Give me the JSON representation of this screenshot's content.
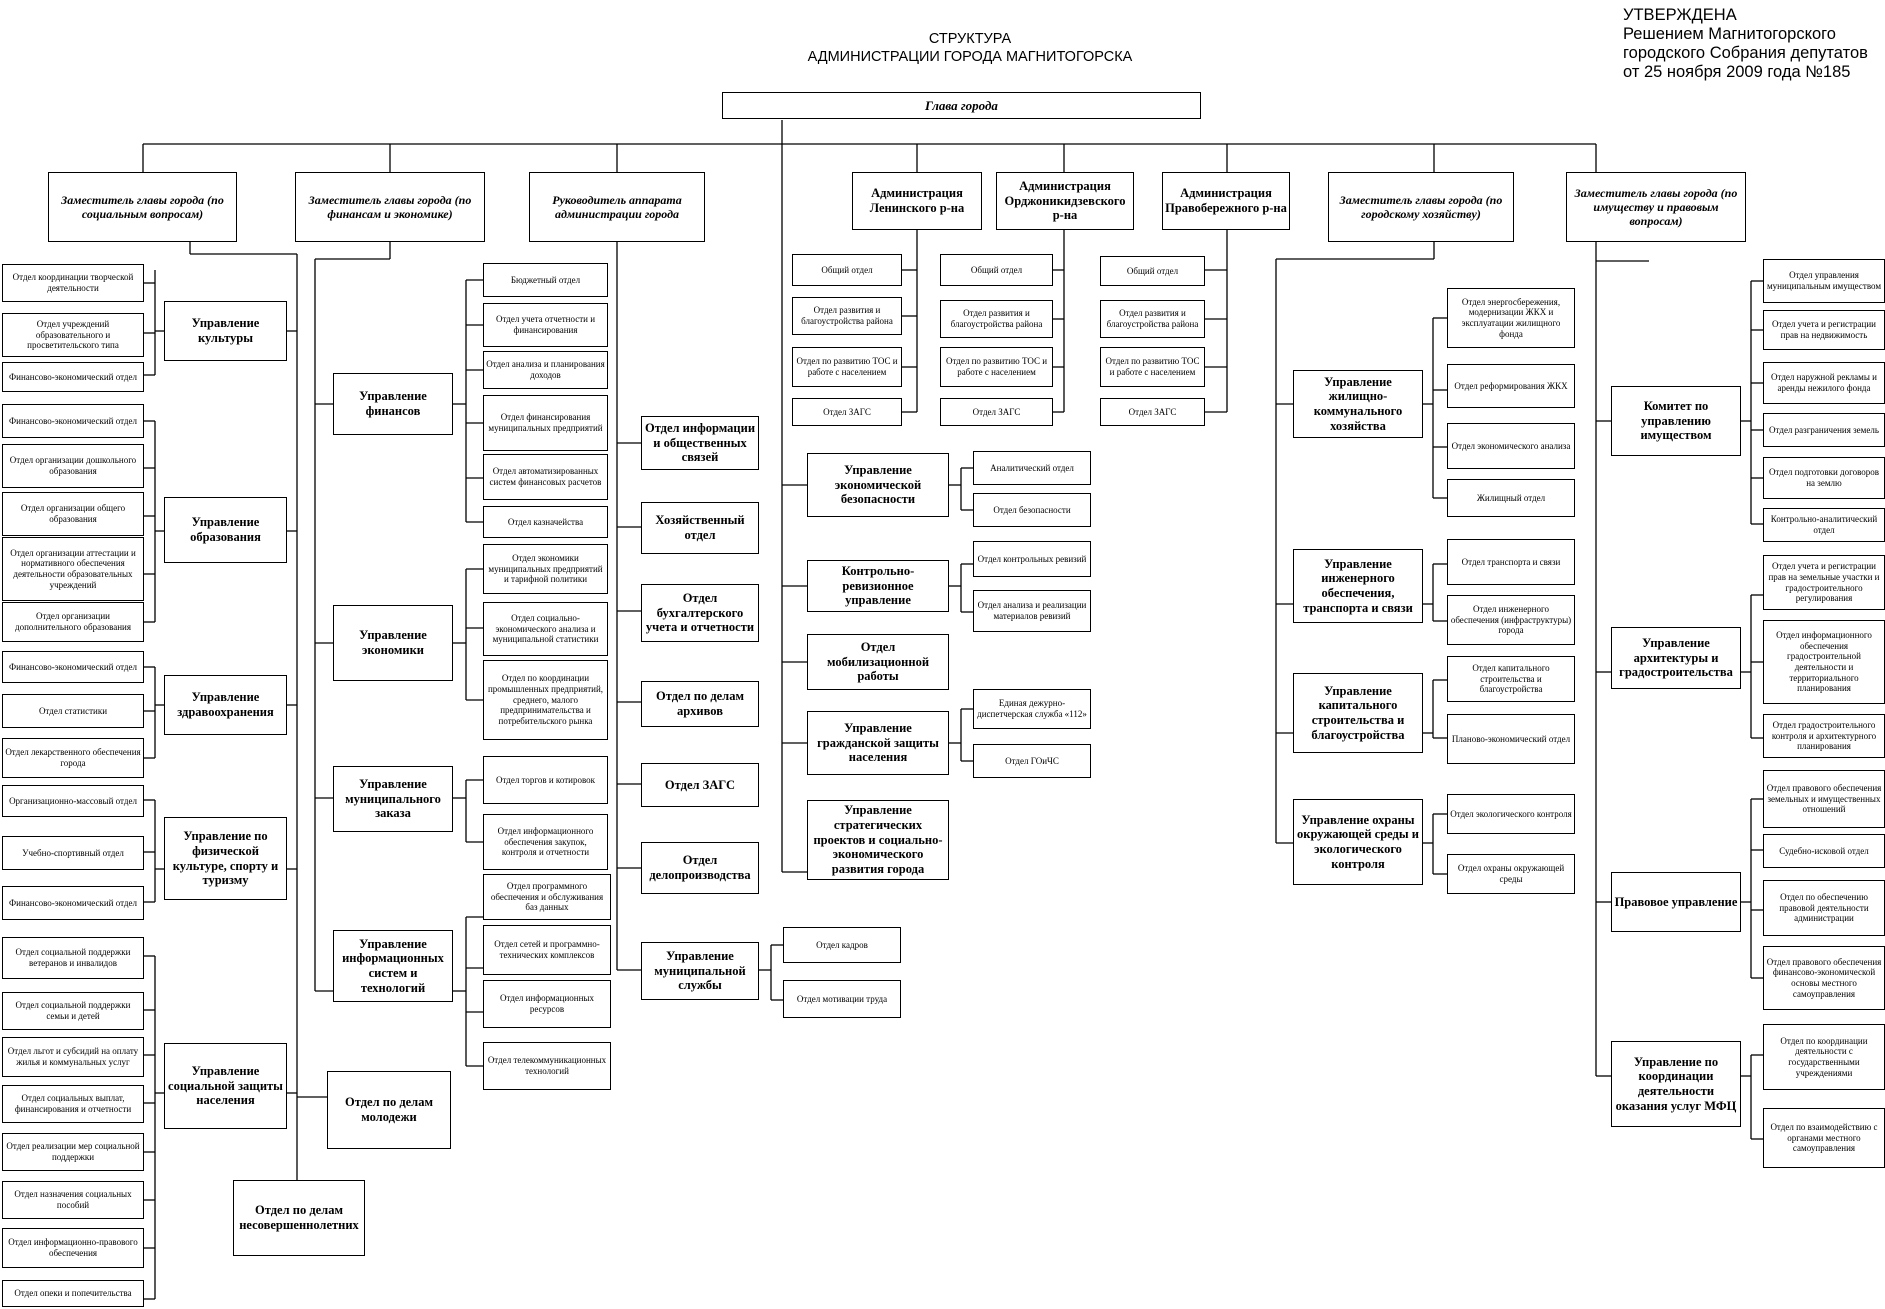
{
  "header": {
    "title_line1": "СТРУКТУРА",
    "title_line2": "АДМИНИСТРАЦИИ ГОРОДА МАГНИТОГОРСКА",
    "approved_line1": "УТВЕРЖДЕНА",
    "approved_line2": "Решением  Магнитогорского",
    "approved_line3": "городского Собрания депутатов",
    "approved_line4": "от 25 ноября 2009 года №185"
  },
  "chart": {
    "head": "Глава города",
    "deputies": {
      "social": "Заместитель главы города (по социальным вопросам)",
      "finance": "Заместитель главы города (по финансам и экономике)",
      "apparatus": "Руководитель аппарата администрации города",
      "lenin": "Администрация Ленинского р-на",
      "ordzh": "Администрация Орджоникидзевского р-на",
      "pravob": "Администрация Правобережного р-на",
      "urban": "Заместитель главы города (по городскому хозяйству)",
      "property": "Заместитель главы города (по имуществу и правовым вопросам)"
    },
    "social": {
      "culture": "Управление культуры",
      "culture_depts": [
        "Отдел координации творческой деятельности",
        "Отдел учреждений образовательного и просветительского типа",
        "Финансово-экономический отдел"
      ],
      "education": "Управление образования",
      "education_depts": [
        "Финансово-экономический отдел",
        "Отдел организации дошкольного образования",
        "Отдел организации общего образования",
        "Отдел организации аттестации и нормативного обеспечения деятельности образовательных учреждений",
        "Отдел организации дополнительного образования"
      ],
      "health": "Управление здравоохранения",
      "health_depts": [
        "Финансово-экономический отдел",
        "Отдел статистики",
        "Отдел лекарственного обеспечения города"
      ],
      "sport": "Управление по физической культуре, спорту и туризму",
      "sport_depts": [
        "Организационно-массовый отдел",
        "Учебно-спортивный отдел",
        "Финансово-экономический отдел"
      ],
      "welfare": "Управление социальной защиты населения",
      "welfare_depts": [
        "Отдел социальной поддержки ветеранов и инвалидов",
        "Отдел социальной поддержки семьи и детей",
        "Отдел льгот и субсидий на оплату жилья и коммунальных услуг",
        "Отдел социальных выплат, финансирования и отчетности",
        "Отдел реализации мер социальной поддержки",
        "Отдел назначения социальных пособий",
        "Отдел информационно-правового обеспечения",
        "Отдел опеки и попечительства"
      ],
      "youth": "Отдел по делам молодежи",
      "minors": "Отдел по делам несовершеннолетних"
    },
    "finance": {
      "fin_mgmt": "Управление финансов",
      "fin_depts": [
        "Бюджетный отдел",
        "Отдел учета отчетности и финансирования",
        "Отдел анализа и планирования доходов",
        "Отдел финансирования муниципальных предприятий",
        "Отдел автоматизированных систем финансовых расчетов",
        "Отдел казначейства"
      ],
      "econ_mgmt": "Управление экономики",
      "econ_depts": [
        "Отдел экономики муниципальных предприятий и тарифной политики",
        "Отдел социально-экономического анализа и муниципальной статистики",
        "Отдел по координации промышленных предприятий, среднего, малого предпринимательства и потребительского рынка"
      ],
      "order_mgmt": "Управление муниципального заказа",
      "order_depts": [
        "Отдел торгов и котировок",
        "Отдел информационного обеспечения закупок, контроля и отчетности"
      ],
      "it_mgmt": "Управление информационных систем и технологий",
      "it_depts": [
        "Отдел программного обеспечения и обслуживания баз данных",
        "Отдел сетей и программно-технических комплексов",
        "Отдел информационных ресурсов",
        "Отдел телекоммуникационных технологий"
      ]
    },
    "apparatus": {
      "units": [
        "Отдел информации и общественных связей",
        "Хозяйственный отдел",
        "Отдел бухгалтерского учета и отчетности",
        "Отдел по делам архивов",
        "Отдел ЗАГС",
        "Отдел делопроизводства"
      ],
      "service": "Управление муниципальной службы",
      "service_depts": [
        "Отдел кадров",
        "Отдел мотивации труда"
      ]
    },
    "districts": {
      "lenin_depts": [
        "Общий отдел",
        "Отдел развития и благоустройства района",
        "Отдел по развитию ТОС и работе с населением",
        "Отдел ЗАГС"
      ],
      "ordzh_depts": [
        "Общий отдел",
        "Отдел развития и благоустройства района",
        "Отдел по развитию ТОС и работе с населением",
        "Отдел ЗАГС"
      ],
      "pravob_depts": [
        "Общий отдел",
        "Отдел развития и благоустройства района",
        "Отдел по развитию ТОС и работе с населением",
        "Отдел ЗАГС"
      ]
    },
    "central": {
      "security": "Управление экономической безопасности",
      "security_depts": [
        "Аналитический отдел",
        "Отдел безопасности"
      ],
      "audit": "Контрольно-ревизионное управление",
      "audit_depts": [
        "Отдел контрольных ревизий",
        "Отдел анализа и реализации материалов ревизий"
      ],
      "mobil": "Отдел мобилизационной работы",
      "civil": "Управление гражданской защиты населения",
      "civil_depts": [
        "Единая дежурно-диспетчерская служба «112»",
        "Отдел ГОиЧС"
      ],
      "strategic": "Управление стратегических проектов и социально-экономического развития города"
    },
    "urban": {
      "housing": "Управление жилищно-коммунального хозяйства",
      "housing_depts": [
        "Отдел энергосбережения, модернизации ЖКХ и эксплуатации жилищного фонда",
        "Отдел реформирования ЖКХ",
        "Отдел экономического анализа",
        "Жилищный отдел"
      ],
      "transport": "Управление инженерного обеспечения, транспорта и связи",
      "transport_depts": [
        "Отдел транспорта и связи",
        "Отдел инженерного обеспечения (инфраструктуры) города"
      ],
      "construction": "Управление капитального строительства и благоустройства",
      "construction_depts": [
        "Отдел капитального строительства и благоустройства",
        "Планово-экономический отдел"
      ],
      "ecology": "Управление охраны окружающей среды и экологического контроля",
      "ecology_depts": [
        "Отдел экологического контроля",
        "Отдел охраны окружающей среды"
      ]
    },
    "property": {
      "committee": "Комитет по управлению имуществом",
      "committee_depts": [
        "Отдел управления муниципальным имуществом",
        "Отдел учета и регистрации прав на недвижимость",
        "Отдел наружной рекламы и аренды нежилого фонда",
        "Отдел разграничения земель",
        "Отдел подготовки договоров на землю",
        "Контрольно-аналитический отдел"
      ],
      "architecture": "Управление архитектуры и градостроительства",
      "architecture_depts": [
        "Отдел учета и регистрации прав на земельные участки и градостроительного регулирования",
        "Отдел информационного обеспечения градостроительной деятельности и территориального планирования",
        "Отдел градостроительного контроля и архитектурного планирования"
      ],
      "legal": "Правовое управление",
      "legal_depts": [
        "Отдел правового обеспечения земельных и имущественных отношений",
        "Судебно-исковой отдел",
        "Отдел по обеспечению правовой деятельности администрации",
        "Отдел правового обеспечения финансово-экономической основы местного самоуправления"
      ],
      "mfc": "Управление по координации деятельности оказания услуг МФЦ",
      "mfc_depts": [
        "Отдел по координации деятельности с государственными учреждениями",
        "Отдел по взаимодействию с органами местного самоуправления"
      ]
    }
  }
}
